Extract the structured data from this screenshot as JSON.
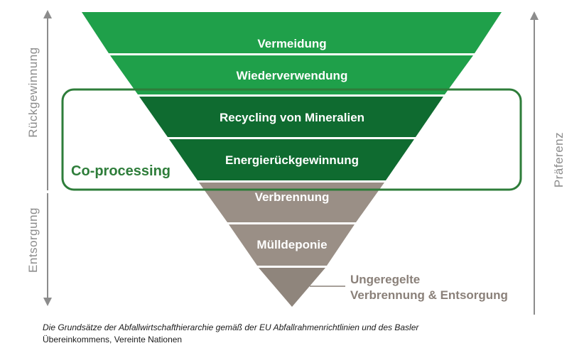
{
  "hierarchy": {
    "levels": [
      {
        "label": "Vermeidung",
        "color": "#1fa04a"
      },
      {
        "label": "Wiederverwendung",
        "color": "#1fa04a"
      },
      {
        "label": "Recycling von Mineralien",
        "color": "#0f6b30"
      },
      {
        "label": "Energierückgewinnung",
        "color": "#0f6b30"
      },
      {
        "label": "Verbrennung",
        "color": "#9a8f86"
      },
      {
        "label": "Mülldeponie",
        "color": "#9a8f86"
      },
      {
        "label": "",
        "color": "#8f857c"
      }
    ],
    "bottom_annotation": [
      "Ungeregelte",
      "Verbrennung & Entsorgung"
    ]
  },
  "coprocessing": {
    "label": "Co-processing",
    "color": "#2e7d3a"
  },
  "left_axis": {
    "top_label": "Rückgewinnung",
    "bottom_label": "Entsorgung",
    "color": "#8c8c8c"
  },
  "right_axis": {
    "label": "Präferenz",
    "color": "#8c8c8c"
  },
  "caption": {
    "line1": "Die Grundsätze der Abfallwirtschafthierarchie gemäß der EU Abfallrahmenrichtlinien und des Basler",
    "line2": "Übereinkommens, Vereinte Nationen"
  }
}
